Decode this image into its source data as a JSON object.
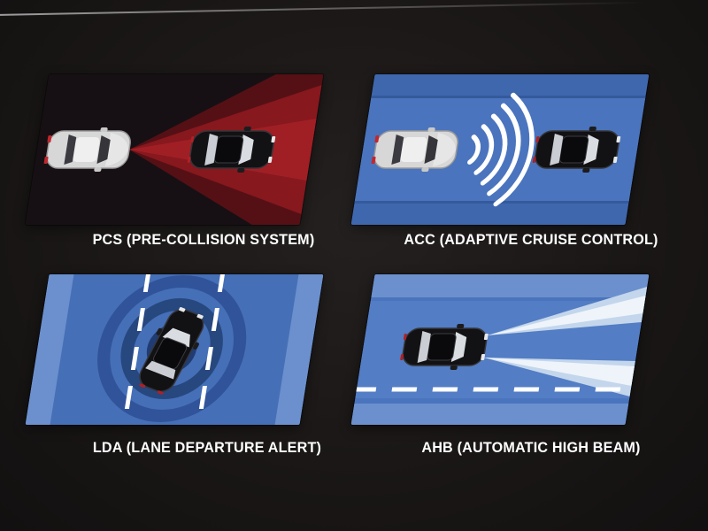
{
  "panels": [
    {
      "id": "pcs",
      "label": "PCS (PRE-COLLISION SYSTEM)"
    },
    {
      "id": "acc",
      "label": "ACC (ADAPTIVE CRUISE CONTROL)"
    },
    {
      "id": "lda",
      "label": "LDA (LANE DEPARTURE ALERT)"
    },
    {
      "id": "ahb",
      "label": "AHB (AUTOMATIC HIGH BEAM)"
    }
  ],
  "icons": [
    "silver-car-icon",
    "dark-car-icon",
    "detection-cone-icon",
    "radar-waves-icon",
    "alert-rings-icon",
    "lane-line-icon",
    "headlight-beams-icon"
  ],
  "colors": {
    "background": "#1a1716",
    "panel_blue": "#4a74bd",
    "panel_blue_light": "#6b90cd",
    "panel_dark": "#161014",
    "alert_red_bright": "#a01f25",
    "alert_red_mid": "#87181e",
    "alert_red_dark": "#551015",
    "ring_blue_dark": "#27477f",
    "label_text": "#ffffff",
    "wave_white": "#ffffff"
  }
}
